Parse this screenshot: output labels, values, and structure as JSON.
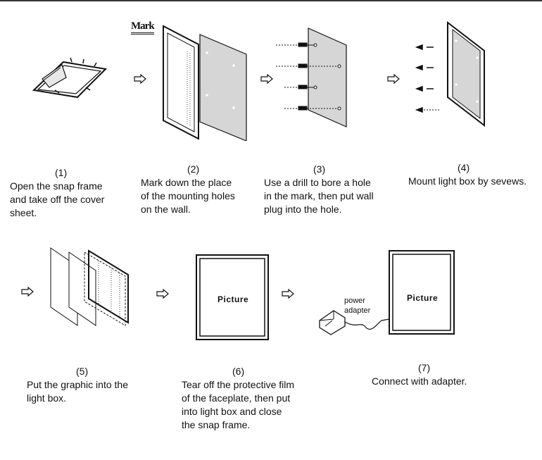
{
  "mark_label": "Mark",
  "picture_label": "Picture",
  "power_adapter_label": "power\nadapter",
  "steps": [
    {
      "num": "(1)",
      "text": "Open the snap frame\nand take off the cover\nsheet."
    },
    {
      "num": "(2)",
      "text": "Mark down the place\nof the mounting holes\non the wall."
    },
    {
      "num": "(3)",
      "text": "Use a drill to bore a hole\nin the mark, then put wall\nplug into the hole."
    },
    {
      "num": "(4)",
      "text": "Mount light box by sevews."
    },
    {
      "num": "(5)",
      "text": "Put the graphic into the\nlight box."
    },
    {
      "num": "(6)",
      "text": "Tear off the protective film\nof the faceplate, then put\ninto light box and close\nthe snap frame."
    },
    {
      "num": "(7)",
      "text": "Connect with adapter."
    }
  ],
  "icons": [
    "snap-frame-open-icon",
    "wall-mark-icon",
    "drill-wall-plug-icon",
    "mount-screws-icon",
    "graphic-insert-icon",
    "framed-picture-icon",
    "adapter-connect-icon",
    "right-outline-arrow-icon"
  ]
}
